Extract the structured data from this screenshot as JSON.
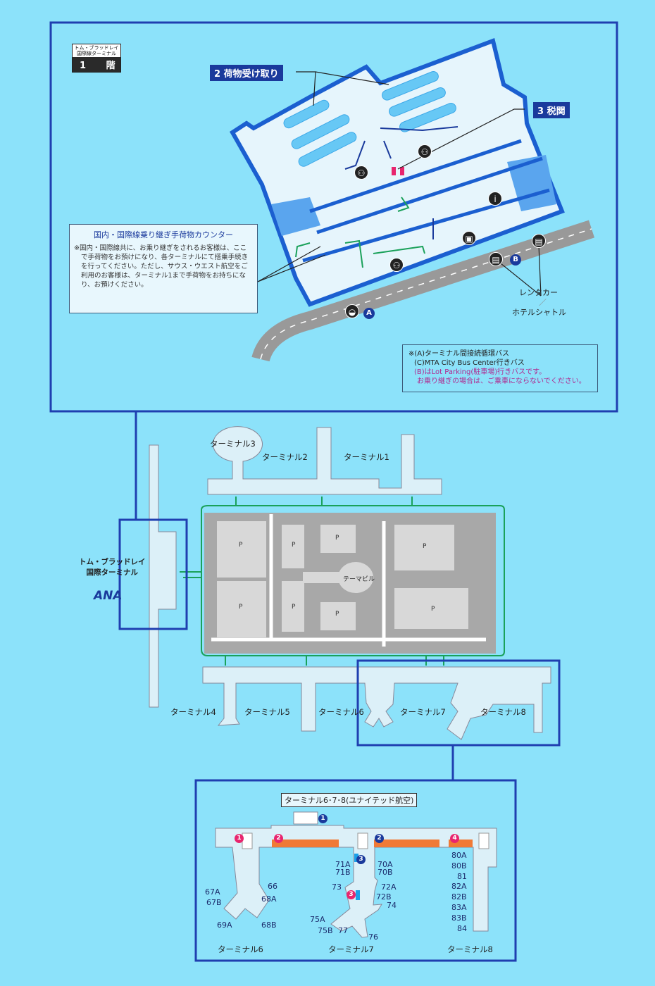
{
  "floor_badge": {
    "terminal": "トム・ブラッドレイ\n国際線ターミナル",
    "floor": "1 階"
  },
  "callouts": {
    "baggage": "2 荷物受け取り",
    "customs": "3 税関"
  },
  "notice": {
    "title": "国内・国際線乗り継ぎ手荷物カウンター",
    "body": "※国内・国際線共に、お乗り継ぎをされるお客様は、ここで手荷物をお預けになり、各ターミナルにて搭乗手続きを行ってください。ただし、サウス・ウエスト航空をご利用のお客様は、ターミナル1まで手荷物をお持ちになり、お預けください。"
  },
  "stops": {
    "a": "A",
    "b": "B",
    "rental": "レンタカー",
    "slash": "／",
    "shuttle": "ホテルシャトル"
  },
  "legend": {
    "line1": "※(A)ターミナル間接続循環バス",
    "line2": "(C)MTA City Bus Center行きバス",
    "line3": "(B)はLot Parking(駐車場)行きバスです。",
    "line4": "お乗り継ぎの場合は、ご乗車にならないでください。"
  },
  "overview": {
    "tbit": "トム・ブラッドレイ\n国際ターミナル",
    "ana": "ANA",
    "t1": "ターミナル1",
    "t2": "ターミナル2",
    "t3": "ターミナル3",
    "t4": "ターミナル4",
    "t5": "ターミナル5",
    "t6": "ターミナル6",
    "t7": "ターミナル7",
    "t8": "ターミナル8",
    "theme": "テーマビル",
    "parking": "P"
  },
  "detail": {
    "title": "ターミナル6･7･8(ユナイテッド航空)",
    "t6": "ターミナル6",
    "t7": "ターミナル7",
    "t8": "ターミナル8",
    "markers": {
      "n1": "1",
      "n2": "2",
      "n3": "3",
      "p1": "1",
      "p2": "2",
      "p3": "3",
      "p4": "4"
    },
    "gates6": [
      "66",
      "67A",
      "67B",
      "68A",
      "68B",
      "69A"
    ],
    "gates7": [
      "70A",
      "70B",
      "71A",
      "71B",
      "72A",
      "72B",
      "73",
      "74",
      "75A",
      "75B",
      "76",
      "77"
    ],
    "gates8": [
      "80A",
      "80B",
      "81",
      "82A",
      "82B",
      "83A",
      "83B",
      "84"
    ]
  },
  "colors": {
    "frame": "#1f3fb0",
    "bg": "#8ce2fa",
    "route": "#1aa15a",
    "counter": "#f07a36",
    "pink": "#e8256e",
    "navy": "#1a3a9c"
  }
}
